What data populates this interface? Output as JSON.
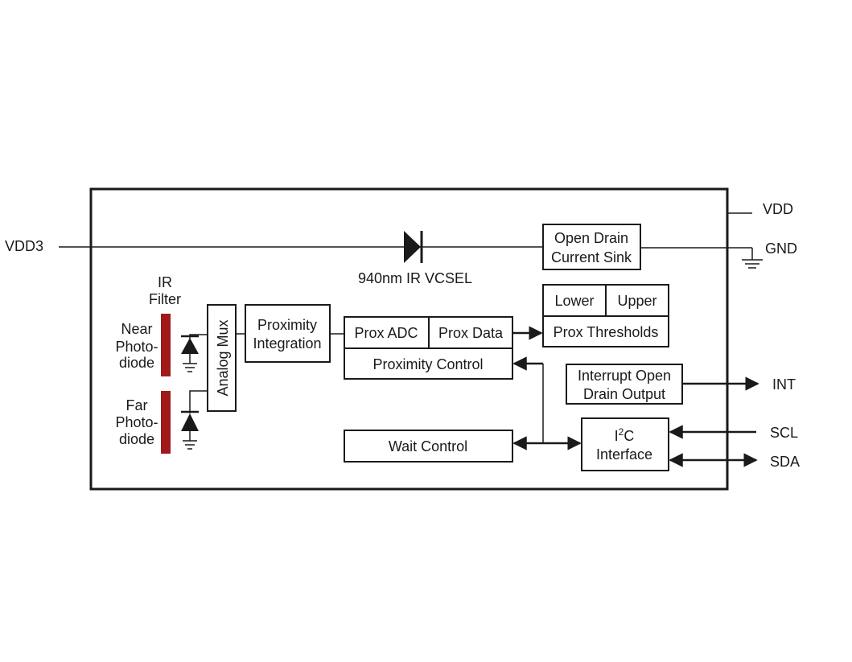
{
  "pins": {
    "vdd3": "VDD3",
    "vdd": "VDD",
    "gnd": "GND",
    "int": "INT",
    "scl": "SCL",
    "sda": "SDA"
  },
  "vcsel": {
    "label": "940nm IR VCSEL"
  },
  "current_sink": {
    "line1": "Open Drain",
    "line2": "Current Sink"
  },
  "ir_filter": {
    "line1": "IR",
    "line2": "Filter"
  },
  "near_photodiode": {
    "line1": "Near",
    "line2": "Photo-",
    "line3": "diode"
  },
  "far_photodiode": {
    "line1": "Far",
    "line2": "Photo-",
    "line3": "diode"
  },
  "analog_mux": {
    "label": "Analog Mux"
  },
  "proximity_integration": {
    "line1": "Proximity",
    "line2": "Integration"
  },
  "prox_adc": {
    "label": "Prox ADC"
  },
  "prox_data": {
    "label": "Prox Data"
  },
  "proximity_control": {
    "label": "Proximity Control"
  },
  "thresholds": {
    "lower": "Lower",
    "upper": "Upper",
    "label": "Prox Thresholds"
  },
  "interrupt": {
    "line1": "Interrupt Open",
    "line2": "Drain Output"
  },
  "i2c": {
    "prefix": "I",
    "superscript": "2",
    "suffix": "C",
    "line2": "Interface"
  },
  "wait_control": {
    "label": "Wait Control"
  },
  "colors": {
    "filter": "#a01a1a",
    "stroke": "#1a1a1a"
  }
}
